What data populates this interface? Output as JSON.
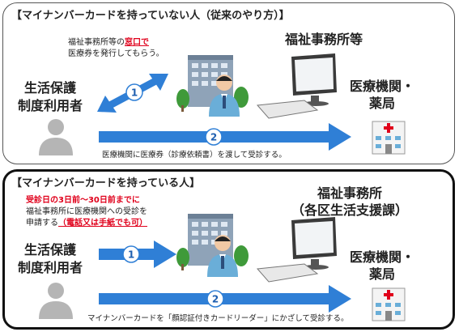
{
  "top_panel": {
    "title": "【マイナンバーカードを持っていない人（従来のやり方）】",
    "person_label_line1": "生活保護",
    "person_label_line2": "制度利用者",
    "note_pre": "福祉事務所等の",
    "note_highlight": "窓口で",
    "note_line2": "医療券を発行してもらう。",
    "office_label": "福祉事務所等",
    "hospital_label_line1": "医療機関・",
    "hospital_label_line2": "薬局",
    "step1": "1",
    "step2": "2",
    "step2_caption": "医療機関に医療券（診療依頼書）を渡して受診する。"
  },
  "bottom_panel": {
    "title": "【マイナンバーカードを持っている人】",
    "note_red": "受診日の3日前～30日前までに",
    "note_line2": "福祉事務所に医療機関への受診を",
    "note_line3_pre": "申請する",
    "note_line3_red": "（電話又は手紙でも可）",
    "person_label_line1": "生活保護",
    "person_label_line2": "制度利用者",
    "office_label_line1": "福祉事務所",
    "office_label_line2": "（各区生活支援課）",
    "hospital_label_line1": "医療機関・",
    "hospital_label_line2": "薬局",
    "step1": "1",
    "step2": "2",
    "step2_caption": "マイナンバーカードを「顔認証付きカードリーダー」にかざして受診する。"
  },
  "colors": {
    "arrow_blue": "#2f7fd6",
    "step_badge_text": "#1f5fb0",
    "highlight_red": "#e0001b",
    "icon_gray": "#b5b5b5"
  }
}
